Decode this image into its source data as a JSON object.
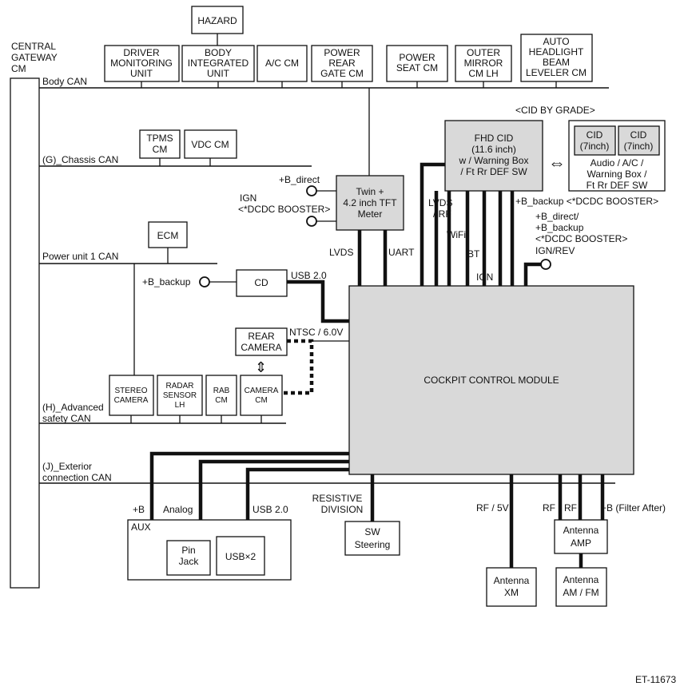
{
  "gateway": {
    "line1": "CENTRAL",
    "line2": "GATEWAY",
    "line3": "CM"
  },
  "buses": {
    "body": "Body CAN",
    "chassis": "(G)_Chassis CAN",
    "power": "Power unit 1 CAN",
    "adas1": "(H)_Advanced",
    "adas2": "safety CAN",
    "ext1": "(J)_Exterior",
    "ext2": "connection CAN"
  },
  "modules": {
    "hazard": "HAZARD",
    "dmu": [
      "DRIVER",
      "MONITORING",
      "UNIT"
    ],
    "biu": [
      "BODY",
      "INTEGRATED",
      "UNIT"
    ],
    "ac": "A/C CM",
    "prg": [
      "POWER",
      "REAR",
      "GATE CM"
    ],
    "pseat": [
      "POWER",
      "SEAT CM"
    ],
    "omirror": [
      "OUTER",
      "MIRROR",
      "CM LH"
    ],
    "ahl": [
      "AUTO",
      "HEADLIGHT",
      "BEAM",
      "LEVELER CM"
    ],
    "tpms": [
      "TPMS",
      "CM"
    ],
    "vdc": "VDC CM",
    "ecm": "ECM",
    "cd": "CD",
    "rear_camera": [
      "REAR",
      "CAMERA"
    ],
    "stereo": [
      "STEREO",
      "CAMERA"
    ],
    "radar": [
      "RADAR",
      "SENSOR",
      "LH"
    ],
    "rab": [
      "RAB",
      "CM"
    ],
    "camera_cm": [
      "CAMERA",
      "CM"
    ],
    "meter": [
      "Twin +",
      "4.2 inch TFT",
      "Meter"
    ],
    "fhd": [
      "FHD CID",
      "(11.6 inch)",
      "w / Warning Box",
      "/ Ft Rr DEF SW"
    ],
    "cid_grade": "<CID BY GRADE>",
    "cid1": [
      "CID",
      "(7inch)"
    ],
    "cid2": [
      "CID",
      "(7inch)"
    ],
    "cid_text": [
      "Audio / A/C /",
      "Warning Box /",
      "Ft Rr DEF SW"
    ],
    "ccm": "COCKPIT CONTROL MODULE",
    "aux": "AUX",
    "pin_jack": [
      "Pin",
      "Jack"
    ],
    "usb": "USB×2",
    "sw_steering": [
      "SW",
      "Steering"
    ],
    "antenna_xm": [
      "Antenna",
      "XM"
    ],
    "antenna_amp": [
      "Antenna",
      "AMP"
    ],
    "antenna_amfm": [
      "Antenna",
      "AM / FM"
    ]
  },
  "labels": {
    "b_direct": "+B_direct",
    "ign": "IGN",
    "dcdc": "<*DCDC BOOSTER>",
    "lvds": "LVDS",
    "uart": "UART",
    "lvds_rf1": "LVDS",
    "lvds_rf2": "/ RF",
    "wifi": "WiFi",
    "bt": "BT",
    "ign2": "IGN",
    "b_backup_dcdc": "+B_backup <*DCDC BOOSTER>",
    "b_direct2": "+B_direct/",
    "b_backup2": "+B_backup",
    "dcdc2": "<*DCDC BOOSTER>",
    "ign_rev": "IGN/REV",
    "b_backup": "+B_backup",
    "usb20": "USB 2.0",
    "ntsc": "NTSC / 6.0V",
    "plus_b": "+B",
    "analog": "Analog",
    "usb20b": "USB 2.0",
    "resistive1": "RESISTIVE",
    "resistive2": "DIVISION",
    "rf5v": "RF / 5V",
    "rf1": "RF",
    "rf2": "RF",
    "b_filter": "+B (Filter After)",
    "arrows_lr": "⇔",
    "arrows_ud": "⇕",
    "figure_id": "ET-11673"
  }
}
